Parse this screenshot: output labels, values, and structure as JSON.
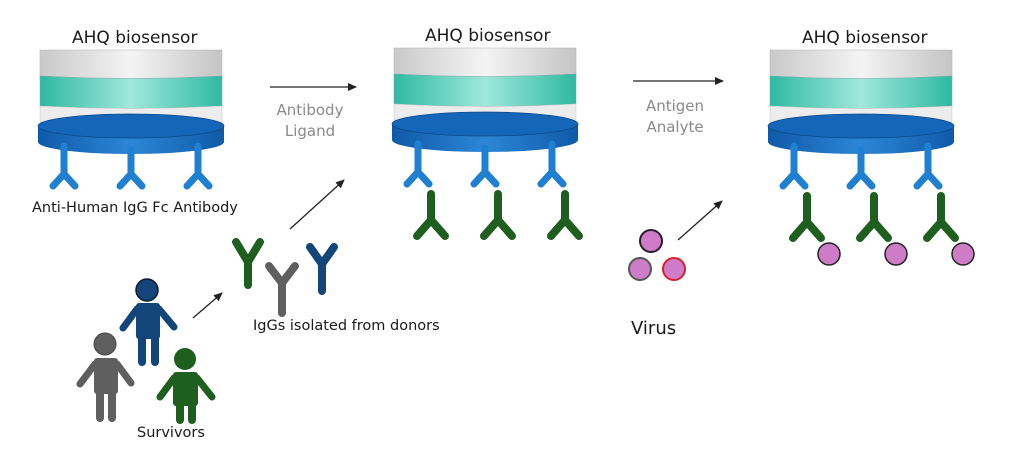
{
  "title": "AHQ biosensor antibody capture workflow",
  "biosensors": [
    {
      "label": "AHQ biosensor",
      "stage": "capture-antibody-only"
    },
    {
      "label": "AHQ biosensor",
      "stage": "antibody-loaded"
    },
    {
      "label": "AHQ biosensor",
      "stage": "antigen-bound"
    }
  ],
  "labels": {
    "anti_human": "Anti-Human IgG Fc Antibody",
    "igg_isolated": "IgGs isolated from donors",
    "survivors": "Survivors",
    "virus": "Virus",
    "step1_line1": "Antibody",
    "step1_line2": "Ligand",
    "step2_line1": "Antigen",
    "step2_line2": "Analyte"
  },
  "colors": {
    "sensor_grey": "#dcdcdc",
    "sensor_teal": "#3cc9b2",
    "sensor_blue": "#1565b8",
    "capture_antibody": "#1f7fd1",
    "igg_green": "#1e5e1e",
    "igg_grey": "#5f5f5f",
    "igg_navy": "#13447a",
    "virus_fill": "#cf7cc8",
    "arrow": "#222222",
    "step_text": "#8a8a8a"
  }
}
